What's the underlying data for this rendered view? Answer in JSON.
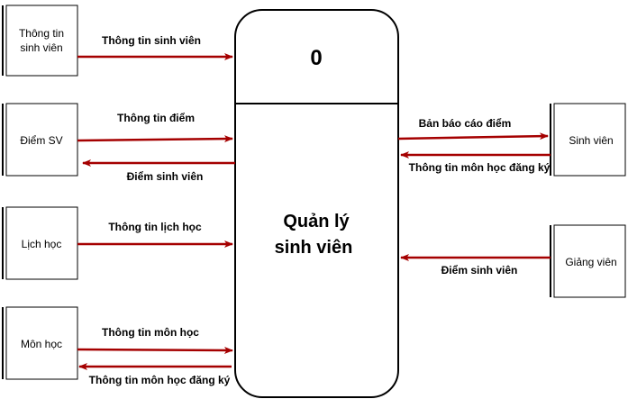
{
  "process": {
    "number": "0",
    "name_line1": "Quản lý",
    "name_line2": "sinh viên"
  },
  "entities": {
    "thong_tin_sv_line1": "Thông tin",
    "thong_tin_sv_line2": "sinh viên",
    "diem_sv": "Điểm SV",
    "lich_hoc": "Lịch học",
    "mon_hoc": "Môn học",
    "sinh_vien": "Sinh viên",
    "giang_vien": "Giảng viên"
  },
  "flows": {
    "thong_tin_sinh_vien": "Thông tin sinh viên",
    "thong_tin_diem": "Thông tin điểm",
    "diem_sinh_vien_out": "Điểm sinh viên",
    "thong_tin_lich_hoc": "Thông tin lịch học",
    "thong_tin_mon_hoc": "Thông tin môn học",
    "thong_tin_mon_hoc_dang_ky_left": "Thông tin môn học đăng ký",
    "ban_bao_cao_diem": "Bản báo cáo điểm",
    "thong_tin_mon_hoc_dang_ky_right": "Thông tin môn học đăng ký",
    "diem_sinh_vien_in": "Điểm sinh viên"
  },
  "colors": {
    "arrow": "#a50000",
    "stroke": "#000000",
    "background": "#ffffff"
  }
}
